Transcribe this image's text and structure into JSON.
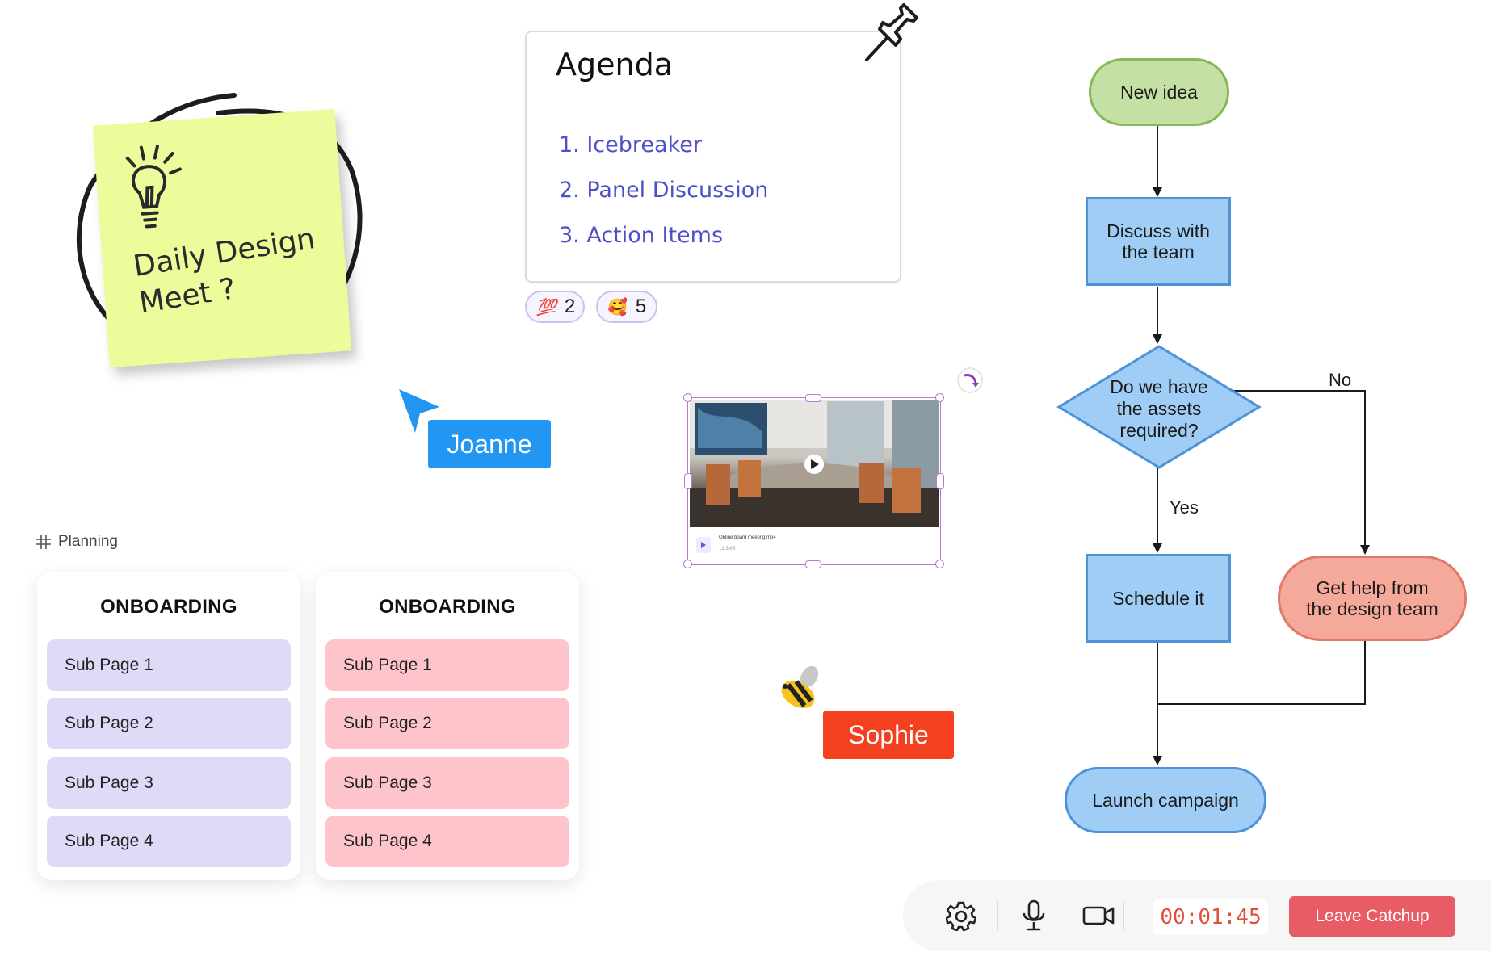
{
  "sticky_note": {
    "line1": "Daily Design",
    "line2": "Meet ?",
    "color": "#edfb9a"
  },
  "agenda": {
    "title": "Agenda",
    "items": [
      "1. Icebreaker",
      "2. Panel Discussion",
      "3. Action Items"
    ],
    "item_color": "#4f4fc8"
  },
  "reactions": [
    {
      "emoji_name": "hundred-points-emoji",
      "glyph": "💯",
      "count": "2"
    },
    {
      "emoji_name": "smiling-face-with-hearts-emoji",
      "glyph": "🥰",
      "count": "5"
    }
  ],
  "cursors": {
    "joanne": {
      "name": "Joanne",
      "color": "#2196f3"
    },
    "sophie": {
      "name": "Sophie",
      "color": "#f4401e"
    }
  },
  "video": {
    "filename": "Online board meeting.mp4",
    "size": "12.3MB"
  },
  "planning": {
    "label": "Planning",
    "boards": [
      {
        "title": "ONBOARDING",
        "color": "#e1d9f8",
        "items": [
          "Sub Page 1",
          "Sub Page 2",
          "Sub Page 3",
          "Sub Page 4"
        ]
      },
      {
        "title": "ONBOARDING",
        "color": "#fdc5cb",
        "items": [
          "Sub Page 1",
          "Sub Page 2",
          "Sub Page 3",
          "Sub Page 4"
        ]
      }
    ]
  },
  "flowchart": {
    "start": "New idea",
    "step1": [
      "Discuss with",
      "the team"
    ],
    "decision": [
      "Do we have",
      "the assets",
      "required?"
    ],
    "yes_label": "Yes",
    "no_label": "No",
    "step_yes": "Schedule it",
    "step_no": [
      "Get help from",
      "the design team"
    ],
    "end": "Launch campaign",
    "colors": {
      "green": "#c5e0a5",
      "blue": "#9fcdf6",
      "salmon": "#f4a99a"
    }
  },
  "call_bar": {
    "settings_icon": "gear-icon",
    "mic_icon": "microphone-icon",
    "camera_icon": "video-camera-icon",
    "timer": "00:01:45",
    "leave_label": "Leave Catchup",
    "leave_color": "#e85c65"
  }
}
